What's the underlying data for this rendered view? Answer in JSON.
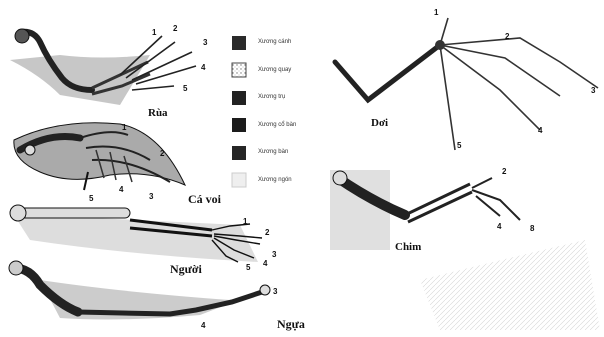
{
  "animals": [
    {
      "key": "rua",
      "name": "Rùa",
      "numbers": [
        "1",
        "2",
        "3",
        "4",
        "5"
      ]
    },
    {
      "key": "ca_voi",
      "name": "Cá voi",
      "numbers": [
        "1",
        "2",
        "3",
        "4",
        "5"
      ]
    },
    {
      "key": "nguoi",
      "name": "Người",
      "numbers": [
        "1",
        "2",
        "3",
        "4",
        "5"
      ]
    },
    {
      "key": "ngua",
      "name": "Ngựa",
      "numbers": [
        "3",
        "4"
      ]
    },
    {
      "key": "doi",
      "name": "Dơi",
      "numbers": [
        "1",
        "2",
        "3",
        "4",
        "5"
      ]
    },
    {
      "key": "chim",
      "name": "Chim",
      "numbers": [
        "2",
        "4",
        "8"
      ]
    }
  ],
  "legend": [
    {
      "label": "Xương cánh",
      "color": "#2a2a2a",
      "pattern": "dark"
    },
    {
      "label": "Xương quay",
      "color": "#3a3a3a",
      "pattern": "speckle"
    },
    {
      "label": "Xương trụ",
      "color": "#222222",
      "pattern": "dark"
    },
    {
      "label": "Xương cổ bàn",
      "color": "#1c1c1c",
      "pattern": "dark"
    },
    {
      "label": "Xương bàn",
      "color": "#262626",
      "pattern": "dark"
    },
    {
      "label": "Xương ngón",
      "color": "#e8e8e8",
      "pattern": "light"
    }
  ]
}
